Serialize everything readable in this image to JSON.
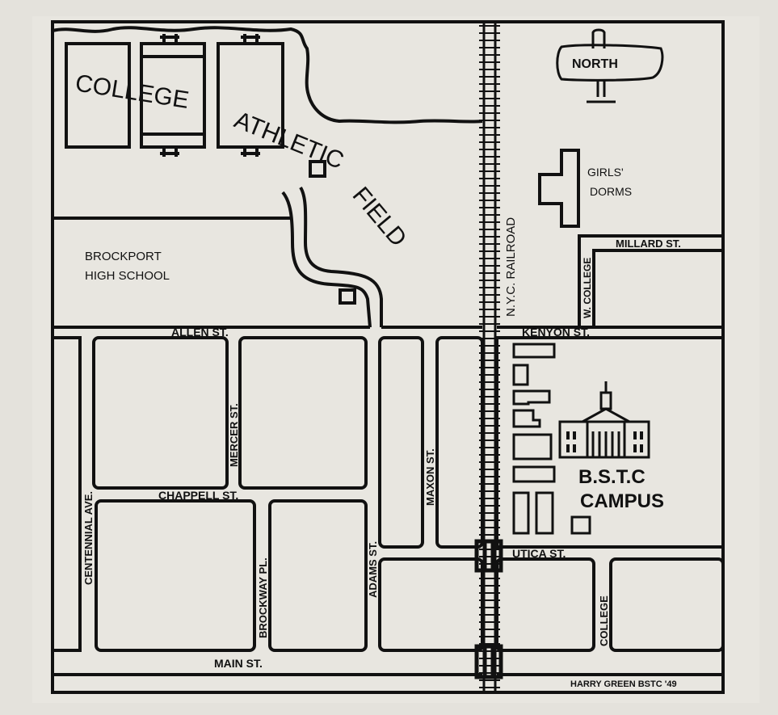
{
  "map": {
    "field_label": "COLLEGE ATHLETIC FIELD",
    "field_label_parts": [
      "COLLEGE",
      "ATHLETIC",
      "FIELD"
    ],
    "high_school": [
      "BROCKPORT",
      "HIGH SCHOOL"
    ],
    "girls_dorms": [
      "GIRLS'",
      "DORMS"
    ],
    "compass": "NORTH",
    "railroad": "N.Y.C. RAILROAD",
    "campus": [
      "B.S.T.C",
      "CAMPUS"
    ],
    "credit": "HARRY GREEN  BSTC  '49",
    "streets": {
      "allen": "ALLEN ST.",
      "kenyon": "KENYON ST.",
      "millard": "MILLARD ST.",
      "w_college": "W. COLLEGE",
      "chappell": "CHAPPELL ST.",
      "utica": "UTICA ST.",
      "main": "MAIN ST.",
      "centennial": "CENTENNIAL AVE.",
      "mercer": "MERCER ST.",
      "maxon": "MAXON ST.",
      "adams": "ADAMS ST.",
      "brockway": "BROCKWAY PL.",
      "college": "COLLEGE"
    }
  },
  "colors": {
    "ink": "#111111",
    "paper": "#e4e2dc"
  }
}
